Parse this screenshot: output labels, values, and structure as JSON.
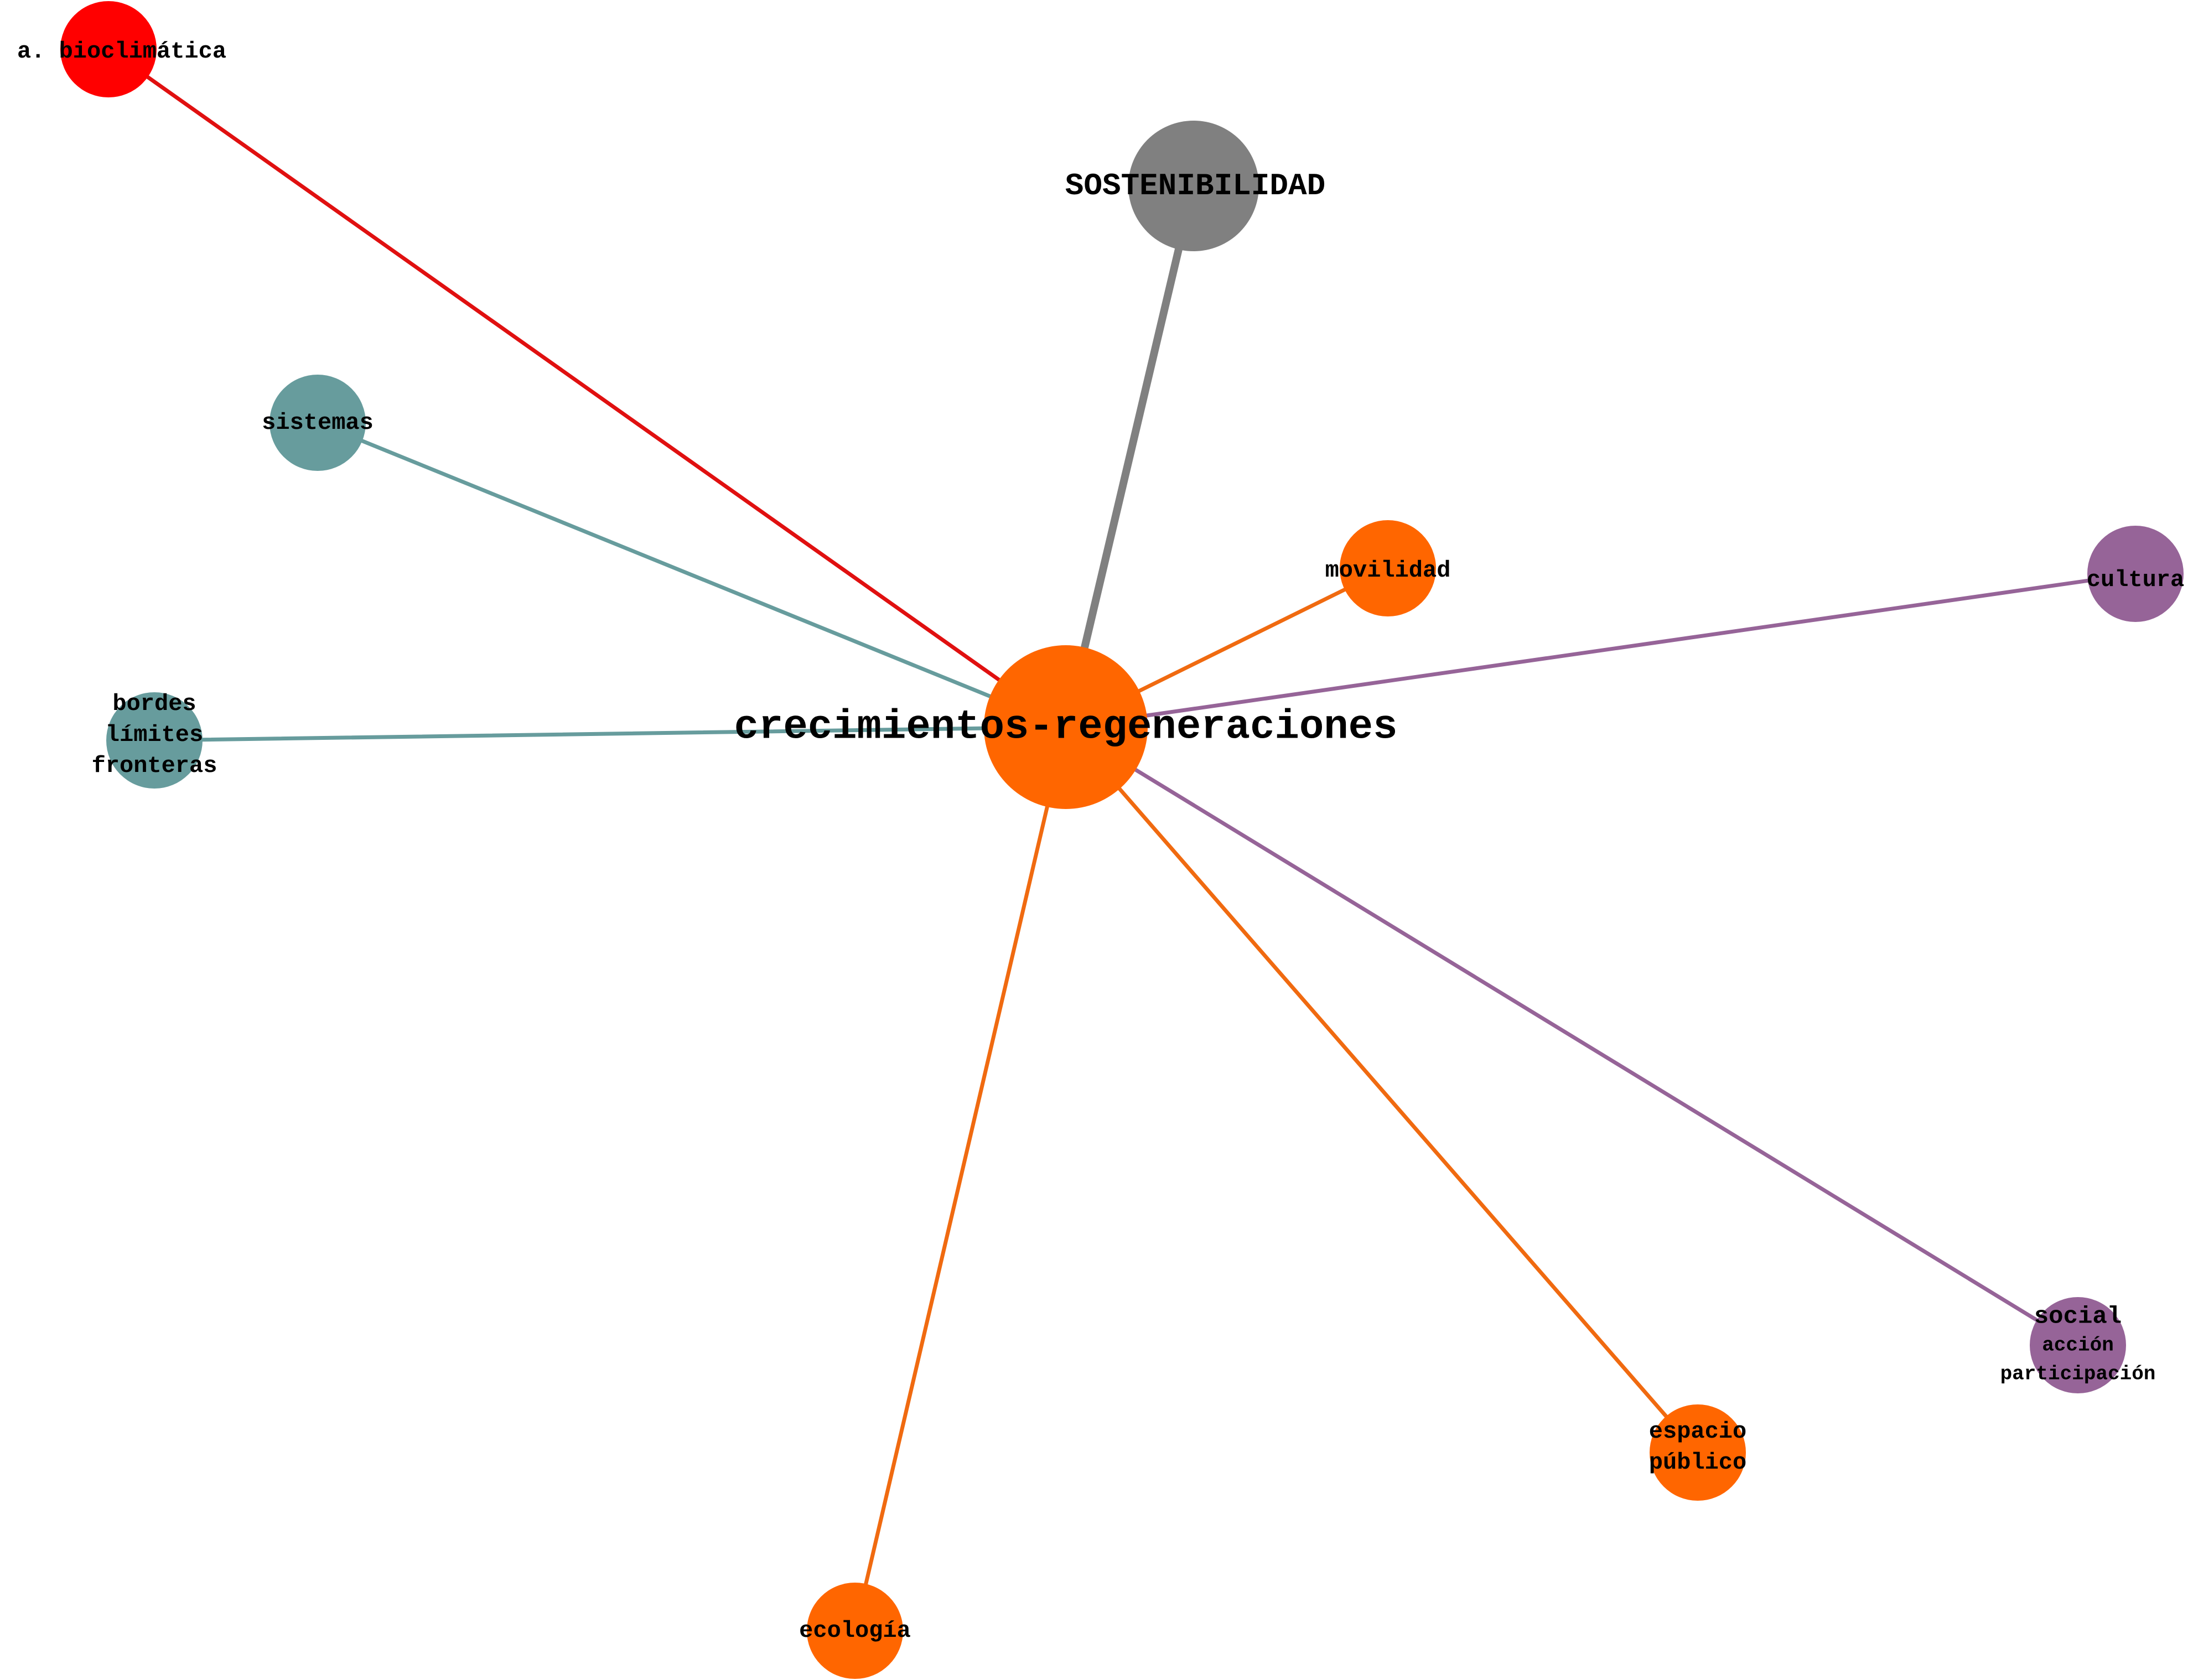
{
  "colors": {
    "orange": "#ff6600",
    "edge_orange": "#f06a10",
    "red": "#ff0000",
    "edge_red": "#e01010",
    "gray": "#808080",
    "teal": "#679c9d",
    "purple": "#966498"
  },
  "nodes": [
    {
      "id": "crecimientos",
      "lines": [
        "crecimientos-regeneraciones"
      ],
      "color": "orange"
    },
    {
      "id": "sostenibilidad",
      "lines": [
        "SOSTENIBILIDAD"
      ],
      "color": "gray"
    },
    {
      "id": "bioclimatica",
      "lines": [
        "a. bioclimática"
      ],
      "color": "red"
    },
    {
      "id": "sistemas",
      "lines": [
        "sistemas"
      ],
      "color": "teal"
    },
    {
      "id": "bordes",
      "lines": [
        "bordes",
        "límites",
        "fronteras"
      ],
      "color": "teal"
    },
    {
      "id": "movilidad",
      "lines": [
        "movilidad"
      ],
      "color": "orange"
    },
    {
      "id": "cultura",
      "lines": [
        "cultura"
      ],
      "color": "purple"
    },
    {
      "id": "social",
      "lines": [
        "social",
        "acción",
        "participación"
      ],
      "color": "purple"
    },
    {
      "id": "espacio",
      "lines": [
        "espacio",
        "público"
      ],
      "color": "orange"
    },
    {
      "id": "ecologia",
      "lines": [
        "ecología"
      ],
      "color": "orange"
    }
  ],
  "edges": [
    {
      "source": "crecimientos",
      "target": "sostenibilidad",
      "color": "gray"
    },
    {
      "source": "crecimientos",
      "target": "bioclimatica",
      "color": "edge_red"
    },
    {
      "source": "crecimientos",
      "target": "sistemas",
      "color": "teal"
    },
    {
      "source": "crecimientos",
      "target": "bordes",
      "color": "teal"
    },
    {
      "source": "crecimientos",
      "target": "movilidad",
      "color": "edge_orange"
    },
    {
      "source": "crecimientos",
      "target": "cultura",
      "color": "purple"
    },
    {
      "source": "crecimientos",
      "target": "social",
      "color": "purple"
    },
    {
      "source": "crecimientos",
      "target": "espacio",
      "color": "edge_orange"
    },
    {
      "source": "crecimientos",
      "target": "ecologia",
      "color": "edge_orange"
    }
  ]
}
